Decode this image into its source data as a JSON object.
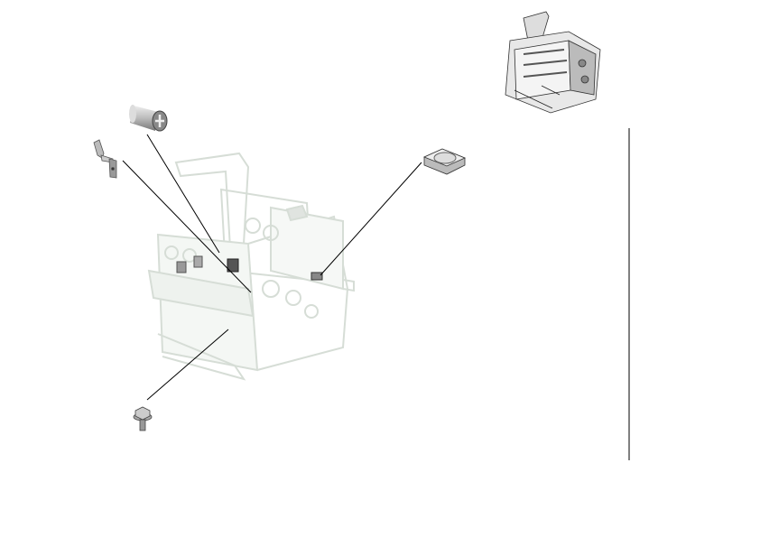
{
  "diagram": {
    "type": "exploded-parts-view",
    "colors": {
      "leader_line": "#000000",
      "frame_ghost": "#d8e0d8",
      "part_metal": "#9a9a9a",
      "divider": "#000000"
    },
    "parts": [
      {
        "name": "cylinder-pin"
      },
      {
        "name": "bracket"
      },
      {
        "name": "cooling-fan"
      },
      {
        "name": "flange-screw"
      }
    ]
  }
}
